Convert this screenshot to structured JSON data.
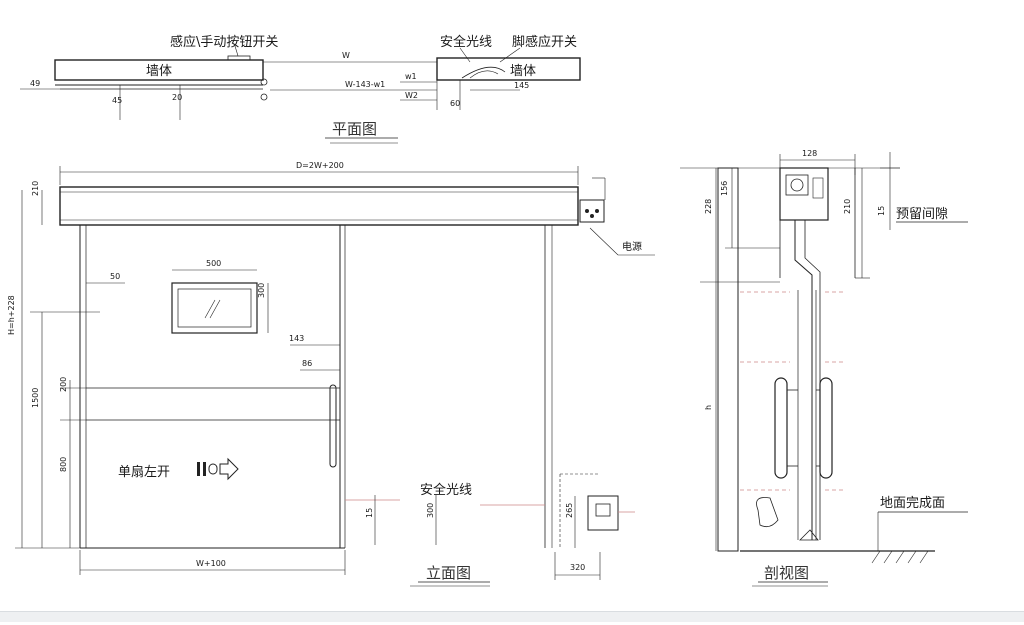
{
  "plan": {
    "title": "平面图",
    "switch_label": "感应\\手动按钮开关",
    "safety_label": "安全光线",
    "foot_label": "脚感应开关",
    "wall_left": "墙体",
    "wall_right": "墙体",
    "dim_w": "W",
    "dim_w_143": "W-143-w1",
    "dim_w1": "w1",
    "dim_w2": "W2",
    "dim_49": "49",
    "dim_45": "45",
    "dim_20": "20",
    "dim_60": "60",
    "dim_145": "145"
  },
  "elevation": {
    "title": "立面图",
    "dim_total": "D=2W+200",
    "dim_210": "210",
    "dim_height": "H=h+228",
    "dim_1500": "1500",
    "dim_800": "800",
    "dim_200": "200",
    "dim_50": "50",
    "dim_500": "500",
    "dim_300": "300",
    "dim_143": "143",
    "dim_86": "86",
    "dim_w100": "W+100",
    "dim_15": "15",
    "dim_300b": "300",
    "dim_265": "265",
    "dim_320": "320",
    "open_label": "单扇左开",
    "safety_label": "安全光线",
    "power_label": "电源"
  },
  "section": {
    "title": "剖视图",
    "dim_128": "128",
    "dim_156": "156",
    "dim_228": "228",
    "dim_210": "210",
    "dim_15": "15",
    "dim_h": "h",
    "reserve_label": "预留间隙",
    "floor_label": "地面完成面"
  }
}
